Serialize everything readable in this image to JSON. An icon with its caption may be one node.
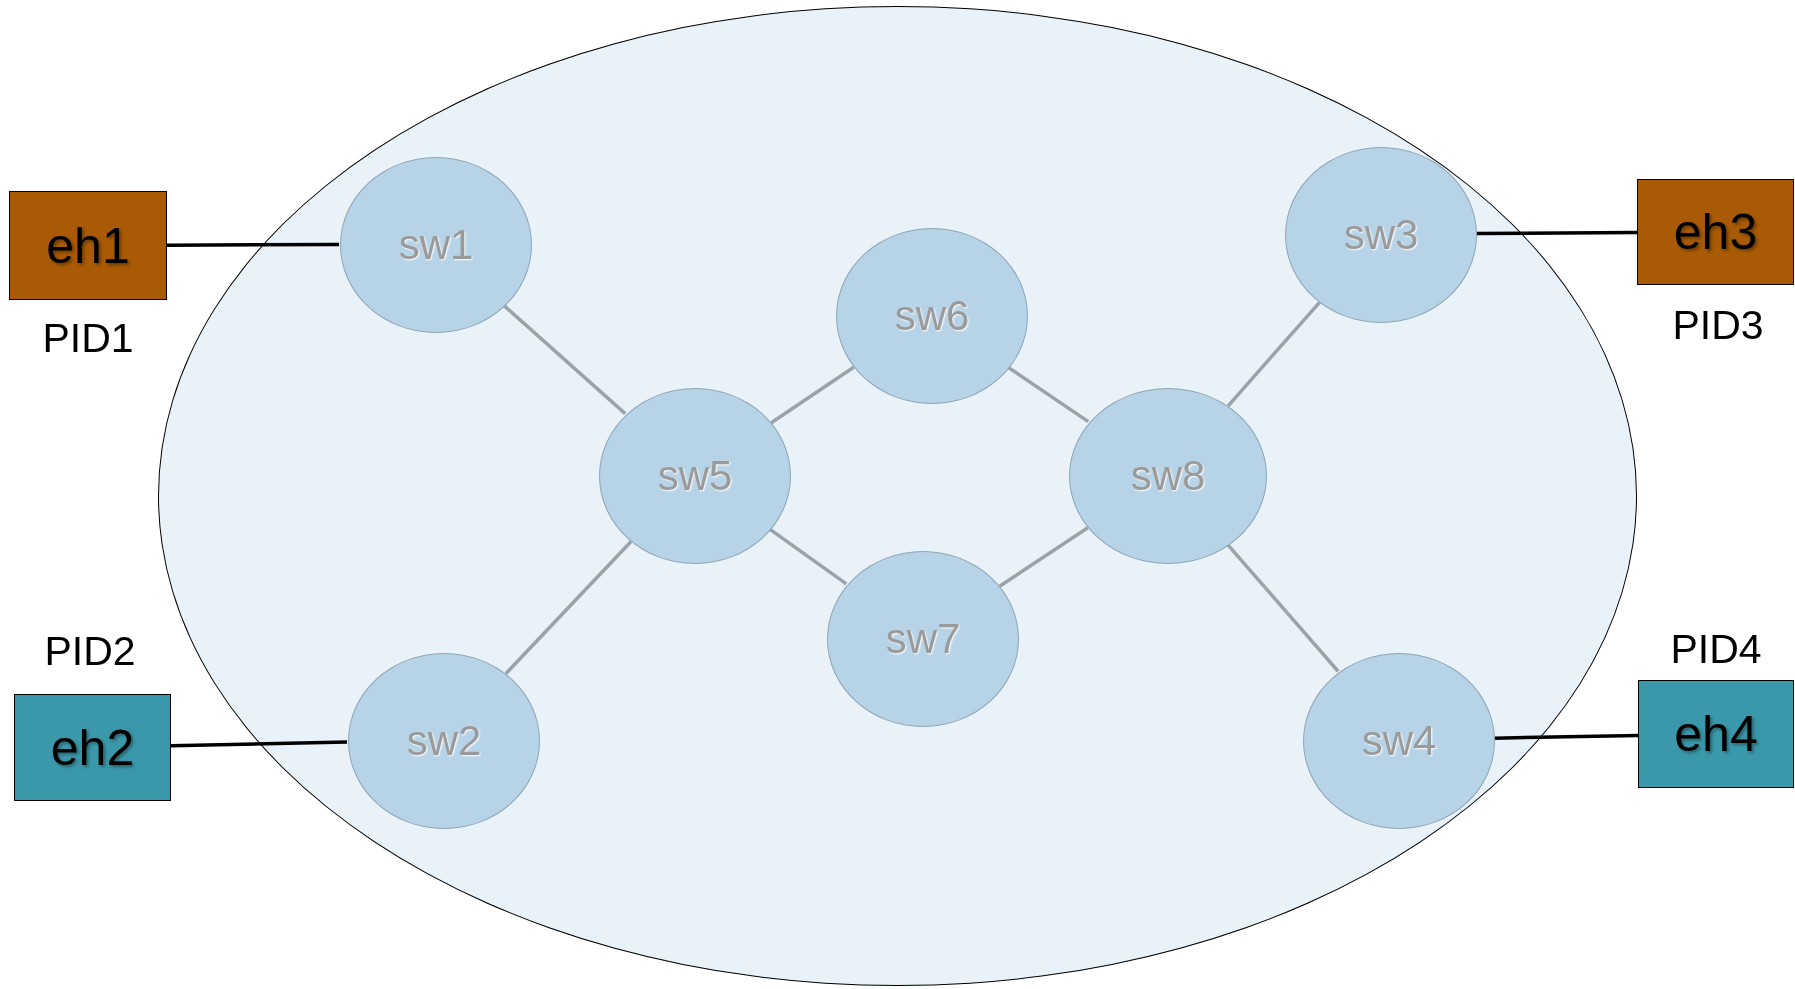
{
  "diagram": {
    "nodes": [
      {
        "text": [],
        "shape": "ellipse"
      },
      {
        "text": [
          "eh1"
        ],
        "beside": [
          "PID1"
        ]
      },
      {
        "text": [
          "sw1"
        ],
        "in": 0
      },
      {
        "text": [
          "sw6"
        ],
        "in": 0
      },
      {
        "text": [
          "sw3"
        ],
        "in": 0
      },
      {
        "text": [
          "eh3"
        ],
        "beside": [
          "PID3"
        ]
      },
      {
        "text": [
          "sw5"
        ],
        "in": 0
      },
      {
        "text": [
          "sw8"
        ],
        "in": 0
      },
      {
        "text": [
          "sw7"
        ],
        "in": 0
      },
      {
        "text": [
          "eh2"
        ],
        "beside": [
          "PID2"
        ]
      },
      {
        "text": [
          "sw2"
        ],
        "in": 0
      },
      {
        "text": [
          "sw4"
        ],
        "in": 0
      },
      {
        "text": [
          "eh4"
        ],
        "beside": [
          "PID4"
        ]
      }
    ],
    "edges": [
      {
        "from": 1,
        "to": 2,
        "arrow": "none",
        "color": "#000000"
      },
      {
        "from": 4,
        "to": 5,
        "arrow": "none",
        "color": "#000000"
      },
      {
        "from": 10,
        "to": 9,
        "arrow": "none",
        "color": "#000000"
      },
      {
        "from": 11,
        "to": 12,
        "arrow": "none",
        "color": "#000000"
      },
      {
        "from": 2,
        "to": 6,
        "arrow": "none"
      },
      {
        "from": 6,
        "to": 3,
        "arrow": "none"
      },
      {
        "from": 3,
        "to": 7,
        "arrow": "none"
      },
      {
        "from": 7,
        "to": 4,
        "arrow": "none"
      },
      {
        "from": 6,
        "to": 8,
        "arrow": "none"
      },
      {
        "from": 8,
        "to": 7,
        "arrow": "none"
      },
      {
        "from": 10,
        "to": 6,
        "arrow": "none"
      },
      {
        "from": 7,
        "to": 11,
        "arrow": "none"
      }
    ]
  }
}
